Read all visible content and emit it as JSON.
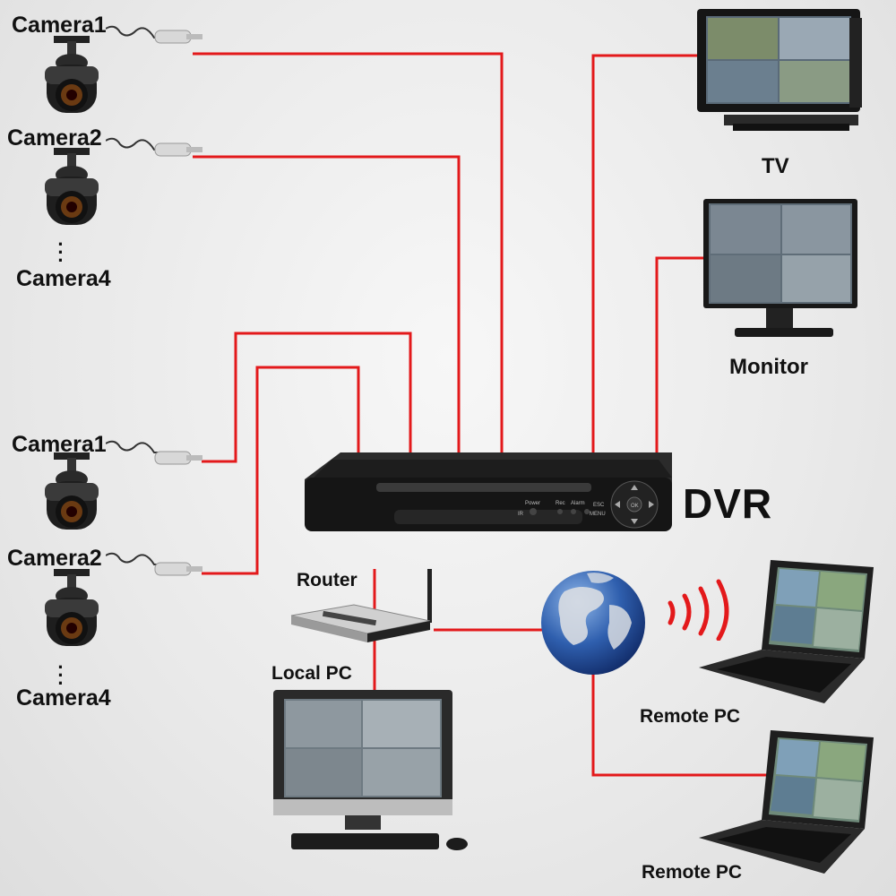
{
  "labels": {
    "cam_top_1": "Camera1",
    "cam_top_2": "Camera2",
    "cam_top_4": "Camera4",
    "cam_bot_1": "Camera1",
    "cam_bot_2": "Camera2",
    "cam_bot_4": "Camera4",
    "tv": "TV",
    "monitor": "Monitor",
    "dvr": "DVR",
    "router": "Router",
    "local_pc": "Local PC",
    "remote_pc_1": "Remote PC",
    "remote_pc_2": "Remote PC"
  },
  "dvr_panel": {
    "power": "Power",
    "rec": "Rec",
    "alarm": "Alarm",
    "esc": "ESC",
    "menu": "MENU",
    "ok": "OK",
    "ir": "IR"
  },
  "colors": {
    "wire": "#e3191b",
    "background": "#ececec",
    "device_body": "#1b1b1b",
    "globe_ocean": "#2f5fae"
  },
  "icons": [
    "camera-icon",
    "tv-icon",
    "monitor-icon",
    "dvr-icon",
    "router-icon",
    "globe-icon",
    "laptop-icon",
    "desktop-pc-icon",
    "wifi-signal-icon"
  ]
}
